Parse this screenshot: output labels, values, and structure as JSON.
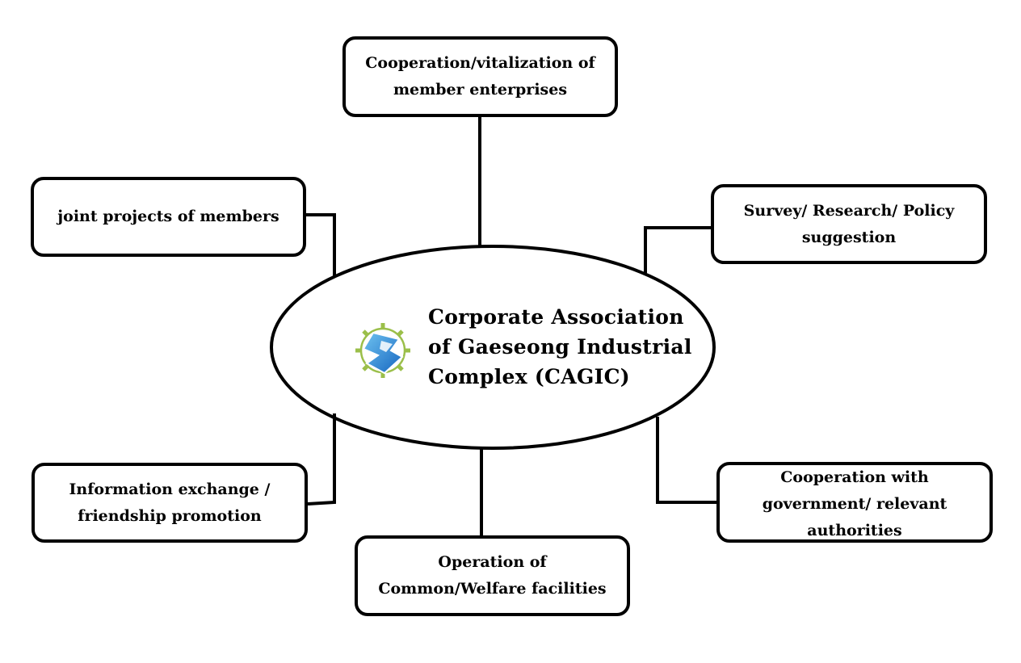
{
  "center": {
    "lines": [
      "Corporate Association",
      "of Gaeseong Industrial",
      "Complex (CAGIC)"
    ],
    "logo_icon": "cagic-gear-logo-icon"
  },
  "nodes": {
    "top": {
      "lines": [
        "Cooperation/vitalization of",
        "member enterprises"
      ]
    },
    "top_left": {
      "lines": [
        "joint projects of members"
      ]
    },
    "top_right": {
      "lines": [
        "Survey/ Research/ Policy",
        "suggestion"
      ]
    },
    "bottom_left": {
      "lines": [
        "Information exchange /",
        "friendship promotion"
      ]
    },
    "bottom": {
      "lines": [
        "Operation of",
        "Common/Welfare facilities"
      ]
    },
    "bottom_right": {
      "lines": [
        "Cooperation with",
        "government/ relevant",
        "authorities"
      ]
    }
  },
  "colors": {
    "stroke": "#000000",
    "logo_gear": "#9bbf4a",
    "logo_blue": "#1e88d6"
  }
}
